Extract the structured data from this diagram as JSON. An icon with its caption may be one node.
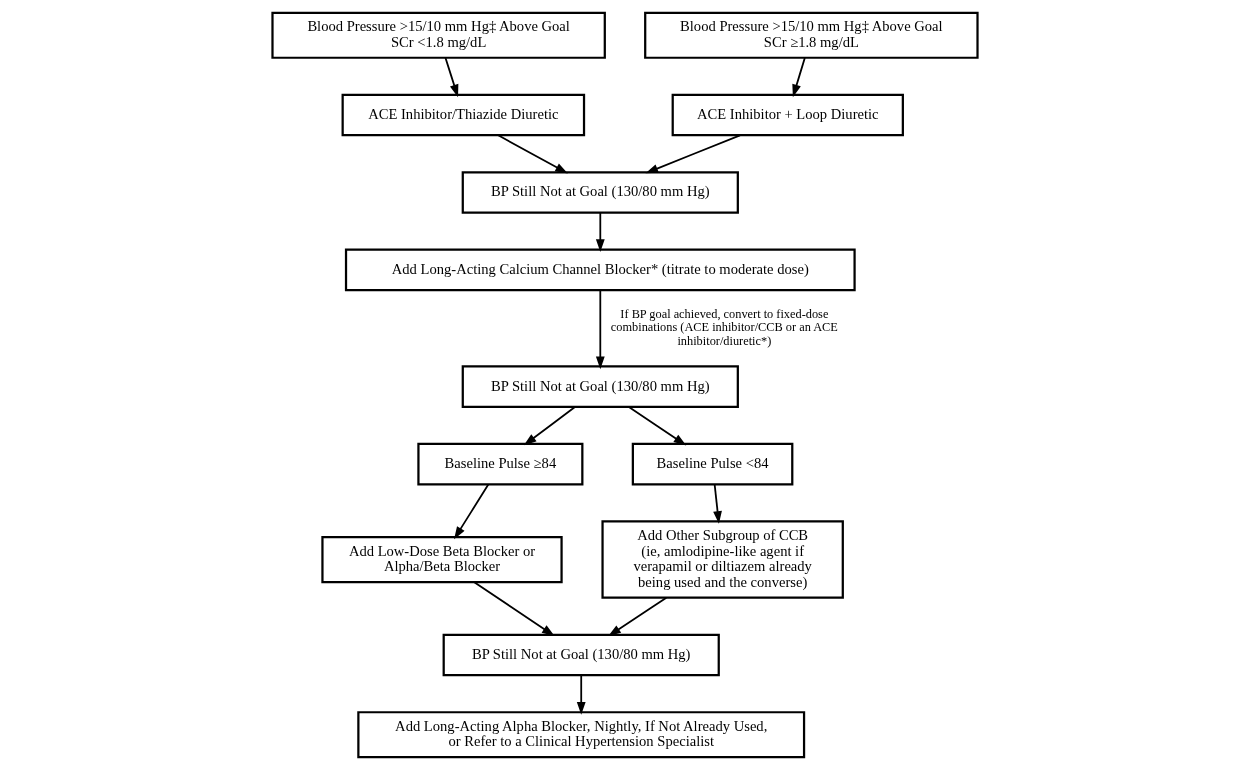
{
  "diagram": {
    "nodes": [
      {
        "text": [
          "Blood Pressure >15/10 mm Hg‡ Above Goal",
          "SCr <1.8 mg/dL"
        ]
      },
      {
        "text": [
          "Blood Pressure >15/10 mm Hg‡ Above Goal",
          "SCr ≥1.8 mg/dL"
        ]
      },
      {
        "text": [
          "ACE Inhibitor/Thiazide Diuretic"
        ]
      },
      {
        "text": [
          "ACE Inhibitor + Loop Diuretic"
        ]
      },
      {
        "text": [
          "BP Still Not at Goal (130/80 mm Hg)"
        ]
      },
      {
        "text": [
          "Add Long-Acting Calcium Channel Blocker* (titrate to moderate dose)"
        ]
      },
      {
        "text": [
          "BP Still Not at Goal (130/80 mm Hg)"
        ]
      },
      {
        "text": [
          "Baseline Pulse ≥84"
        ]
      },
      {
        "text": [
          "Baseline Pulse <84"
        ]
      },
      {
        "text": [
          "Add Low-Dose Beta Blocker or Alpha/Beta Blocker"
        ]
      },
      {
        "text": [
          "Add Other Subgroup of CCB",
          "(ie, amlodipine-like agent if verapamil or diltiazem already being used and the converse)"
        ]
      },
      {
        "text": [
          "BP Still Not at Goal (130/80 mm Hg)"
        ]
      },
      {
        "text": [
          "Add Long-Acting Alpha Blocker, Nightly, If Not Already Used, or Refer to a Clinical Hypertension Specialist"
        ]
      }
    ],
    "edges": [
      {
        "from": 0,
        "to": 2,
        "arrow": "to"
      },
      {
        "from": 1,
        "to": 3,
        "arrow": "to"
      },
      {
        "from": 2,
        "to": 4,
        "arrow": "to"
      },
      {
        "from": 3,
        "to": 4,
        "arrow": "to"
      },
      {
        "from": 4,
        "to": 5,
        "arrow": "to"
      },
      {
        "from": 5,
        "to": 6,
        "arrow": "to",
        "label": "If BP goal achieved, convert to fixed-dose combinations (ACE inhibitor/CCB or an ACE inhibitor/diuretic*)"
      },
      {
        "from": 6,
        "to": 7,
        "arrow": "to"
      },
      {
        "from": 6,
        "to": 8,
        "arrow": "to"
      },
      {
        "from": 7,
        "to": 9,
        "arrow": "to"
      },
      {
        "from": 8,
        "to": 10,
        "arrow": "to"
      },
      {
        "from": 9,
        "to": 11,
        "arrow": "to"
      },
      {
        "from": 10,
        "to": 11,
        "arrow": "to"
      },
      {
        "from": 11,
        "to": 12,
        "arrow": "to"
      }
    ]
  }
}
